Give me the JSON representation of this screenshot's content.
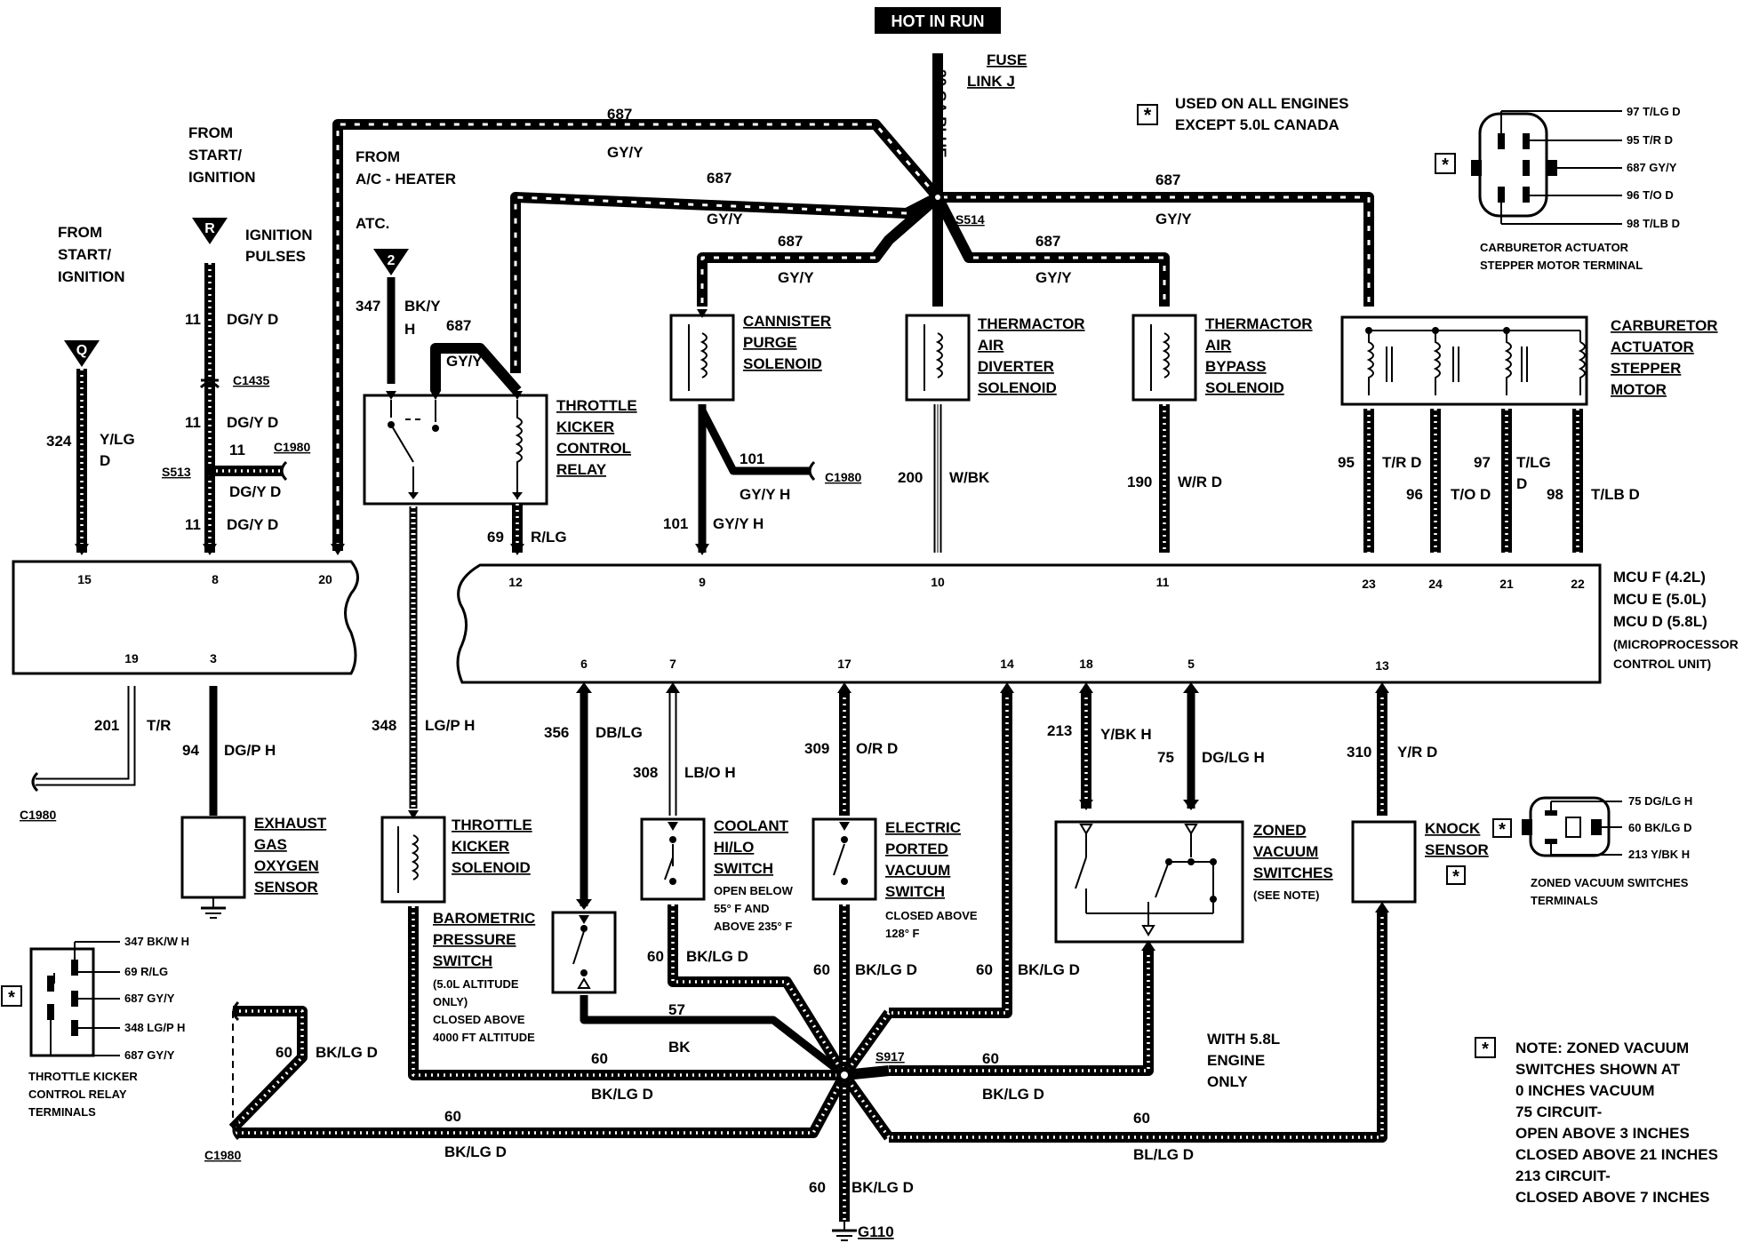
{
  "header": {
    "title": "HOT IN RUN"
  },
  "fuse": {
    "label_1": "FUSE",
    "label_2": "LINK J",
    "gauge": "20 GA BLUE"
  },
  "note_top": {
    "line1": "USED ON ALL ENGINES",
    "line2": "EXCEPT 5.0L CANADA"
  },
  "sources": {
    "start_ign_left": [
      "FROM",
      "START/",
      "IGNITION"
    ],
    "start_ign_mid": [
      "FROM",
      "START/",
      "IGNITION"
    ],
    "ign_pulses": [
      "IGNITION",
      "PULSES"
    ],
    "ac_heater": [
      "FROM",
      "A/C - HEATER"
    ],
    "atc": "ATC.",
    "marker_q": "Q",
    "marker_r": "R",
    "marker_2": "2"
  },
  "splices": {
    "s514": "S514",
    "s513": "S513",
    "s917": "S917",
    "c1435": "C1435",
    "g110": "G110"
  },
  "connectors": {
    "c1980": "C1980"
  },
  "wires": {
    "w687": "687",
    "gyy": "GY/Y",
    "w347": "347",
    "bky": "BK/Y",
    "h": "H",
    "w324": "324",
    "ylg": "Y/LG",
    "d": "D",
    "w11": "11",
    "dgyd": "DG/Y D",
    "w69": "69",
    "rlg": "R/LG",
    "w101": "101",
    "gyyh": "GY/Y H",
    "w200": "200",
    "wbk": "W/BK",
    "w190": "190",
    "wrd": "W/R D",
    "w95": "95",
    "trd": "T/R D",
    "w96": "96",
    "tod": "T/O D",
    "w97": "97",
    "tlg": "T/LG",
    "w98": "98",
    "tlbd": "T/LB D",
    "w201": "201",
    "tr": "T/R",
    "w94": "94",
    "dgph": "DG/P H",
    "w348": "348",
    "lgph": "LG/P H",
    "w356": "356",
    "dblg": "DB/LG",
    "w308": "308",
    "loh": "LB/O H",
    "w309": "309",
    "ord": "O/R D",
    "w213": "213",
    "ybkh": "Y/BK H",
    "w75": "75",
    "dglgh": "DG/LG H",
    "w310": "310",
    "yrd": "Y/R D",
    "w60": "60",
    "bklgd": "BK/LG D",
    "bllgd": "BL/LG D",
    "w57": "57",
    "bk": "BK"
  },
  "mcu": {
    "pins_top_left": [
      "15",
      "8",
      "20"
    ],
    "pins_bottom_left": [
      "19",
      "3"
    ],
    "pins_top_right": [
      "12",
      "9",
      "10",
      "11",
      "23",
      "24",
      "21",
      "22"
    ],
    "pins_bottom_right": [
      "6",
      "7",
      "17",
      "14",
      "18",
      "5",
      "13"
    ],
    "label": [
      "MCU F (4.2L)",
      "MCU E (5.0L)",
      "MCU D (5.8L)",
      "(MICROPROCESSOR",
      "CONTROL UNIT)"
    ]
  },
  "components": {
    "tkcr": [
      "THROTTLE",
      "KICKER",
      "CONTROL",
      "RELAY"
    ],
    "cps": [
      "CANNISTER",
      "PURGE",
      "SOLENOID"
    ],
    "tads": [
      "THERMACTOR",
      "AIR",
      "DIVERTER",
      "SOLENOID"
    ],
    "tabs": [
      "THERMACTOR",
      "AIR",
      "BYPASS",
      "SOLENOID"
    ],
    "casm": [
      "CARBURETOR",
      "ACTUATOR",
      "STEPPER",
      "MOTOR"
    ],
    "ego": [
      "EXHAUST",
      "GAS",
      "OXYGEN",
      "SENSOR"
    ],
    "tks": [
      "THROTTLE",
      "KICKER",
      "SOLENOID"
    ],
    "bps": [
      "BAROMETRIC",
      "PRESSURE",
      "SWITCH"
    ],
    "bps_note": [
      "(5.0L ALTITUDE",
      "ONLY)",
      "CLOSED ABOVE",
      "4000 FT ALTITUDE"
    ],
    "chl": [
      "COOLANT",
      "HI/LO",
      "SWITCH"
    ],
    "chl_note": [
      "OPEN BELOW",
      "55° F AND",
      "ABOVE 235° F"
    ],
    "epv": [
      "ELECTRIC",
      "PORTED",
      "VACUUM",
      "SWITCH"
    ],
    "epv_note": [
      "CLOSED ABOVE",
      "128° F"
    ],
    "zvs": [
      "ZONED",
      "VACUUM",
      "SWITCHES"
    ],
    "zvs_note": "(SEE NOTE)",
    "knock": [
      "KNOCK",
      "SENSOR"
    ],
    "with58": [
      "WITH 5.8L",
      "ENGINE",
      "ONLY"
    ]
  },
  "carb_terminals": {
    "items": [
      "97 T/LG D",
      "95 T/R D",
      "687 GY/Y",
      "96 T/O D",
      "98 T/LB D"
    ],
    "caption": [
      "CARBURETOR ACTUATOR",
      "STEPPER MOTOR TERMINAL"
    ]
  },
  "zoned_terminals": {
    "items": [
      "75  DG/LG H",
      "60  BK/LG D",
      "213  Y/BK H"
    ],
    "caption": [
      "ZONED VACUUM SWITCHES",
      "TERMINALS"
    ]
  },
  "relay_terminals": {
    "items": [
      "347 BK/W H",
      "69 R/LG",
      "687 GY/Y",
      "348 LG/P H",
      "687 GY/Y"
    ],
    "caption": [
      "THROTTLE KICKER",
      "CONTROL RELAY",
      "TERMINALS"
    ]
  },
  "note_bottom": [
    "NOTE: ZONED VACUUM",
    "SWITCHES SHOWN AT",
    "0 INCHES VACUUM",
    "75 CIRCUIT-",
    " OPEN ABOVE 3 INCHES",
    " CLOSED ABOVE 21 INCHES",
    "213 CIRCUIT-",
    "CLOSED ABOVE 7 INCHES"
  ],
  "star": "*"
}
